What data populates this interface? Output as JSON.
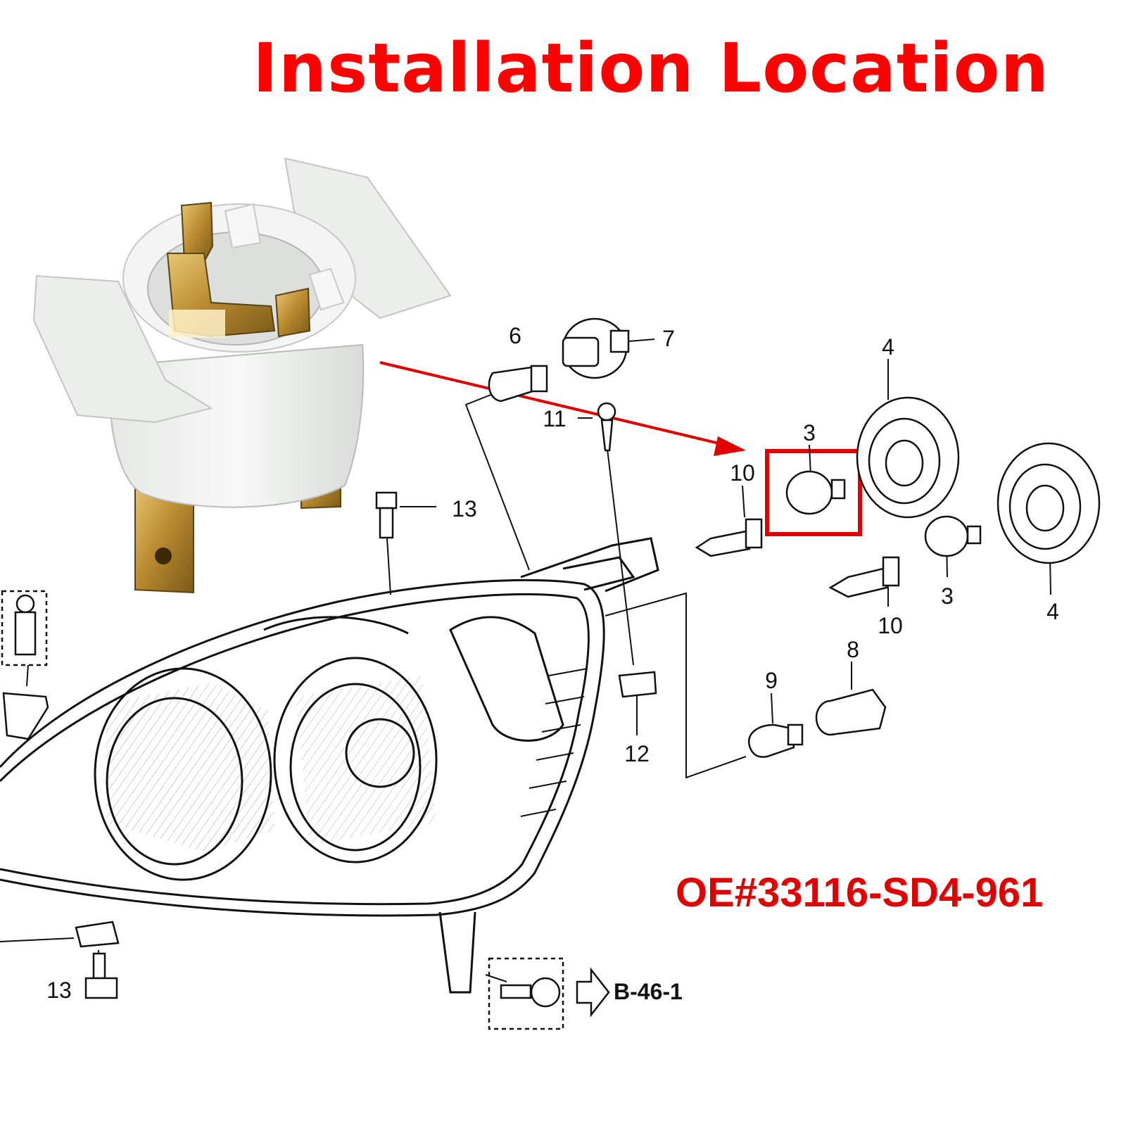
{
  "title": "Installation Location",
  "part_number": "OE#33116-SD4-961",
  "reference": "B-46-1",
  "callouts": {
    "c3a": "3",
    "c3b": "3",
    "c4a": "4",
    "c4b": "4",
    "c6": "6",
    "c7": "7",
    "c8": "8",
    "c9": "9",
    "c10a": "10",
    "c10b": "10",
    "c11": "11",
    "c12": "12",
    "c13a": "13",
    "c13b": "13"
  },
  "colors": {
    "accent": "#ff0000",
    "line": "#111111",
    "socket_white": "#eef0ee",
    "contact_gold": "#c9a14a"
  }
}
